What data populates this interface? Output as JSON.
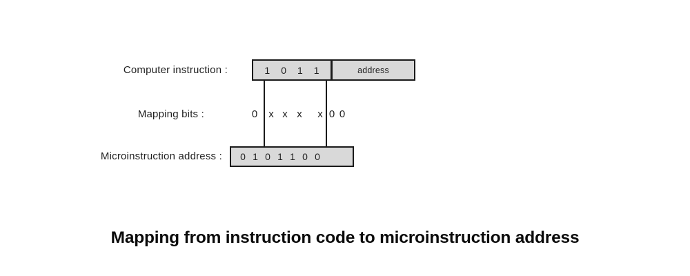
{
  "diagram": {
    "rows": {
      "computer_instruction": {
        "label": "Computer instruction :",
        "opcode_bits": [
          "1",
          "0",
          "1",
          "1"
        ],
        "address_label": "address"
      },
      "mapping_bits": {
        "label": "Mapping bits :",
        "bits": [
          "0",
          "x",
          "x",
          "x",
          "x",
          "0",
          "0"
        ]
      },
      "microinstruction_address": {
        "label": "Microinstruction address :",
        "bits": [
          "0",
          "1",
          "0",
          "1",
          "1",
          "0",
          "0"
        ]
      }
    }
  },
  "caption": "Mapping from instruction code to microinstruction address",
  "colors": {
    "box-fill": "#d9d9d9",
    "box-border": "#1a1a1a",
    "text": "#1f1f1f",
    "background": "#ffffff"
  }
}
